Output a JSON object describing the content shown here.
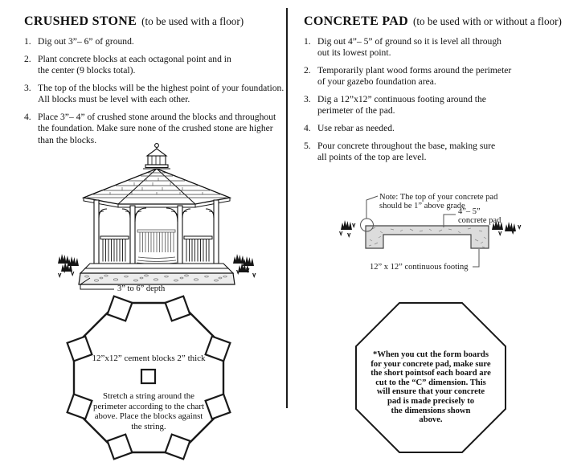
{
  "left": {
    "title": "CRUSHED STONE",
    "subtitle": "(to be used with a floor)",
    "steps": [
      {
        "num": "1.",
        "text": "Dig out 3”– 6” of ground."
      },
      {
        "num": "2.",
        "text": "Plant concrete blocks at each octagonal point and in\nthe center (9 blocks total)."
      },
      {
        "num": "3.",
        "text": "The top of the blocks will be the highest point of your foundation.\nAll blocks must be level with each other."
      },
      {
        "num": "4.",
        "text": "Place 3”– 4” of crushed stone around the blocks and throughout\nthe foundation. Make sure none of the crushed stone are higher\nthan the blocks."
      }
    ],
    "gazebo_depth_label": "3” to 6” depth",
    "blocks_diagram": {
      "caption": "12”x12” cement blocks 2” thick",
      "note": "Stretch a string around the\nperimeter according to the chart\nabove. Place the blocks against\nthe string."
    }
  },
  "right": {
    "title": "CONCRETE PAD",
    "subtitle": "(to be used with or without a floor)",
    "steps": [
      {
        "num": "1.",
        "text": "Dig out 4”– 5” of ground so it is level all through\nout its lowest point."
      },
      {
        "num": "2.",
        "text": "Temporarily plant wood forms around the perimeter\nof your gazebo foundation area."
      },
      {
        "num": "3.",
        "text": "Dig a 12”x12” continuous footing around the\nperimeter of the pad."
      },
      {
        "num": "4.",
        "text": "Use rebar as needed."
      },
      {
        "num": "5.",
        "text": "Pour concrete throughout the base, making sure\nall points of the top are level."
      }
    ],
    "pad_diagram": {
      "note_line1": "Note: The top of your concrete pad",
      "note_line2": "should be 1” above grade",
      "pad_label_line1": "4”– 5”",
      "pad_label_line2": "concrete pad",
      "footing_label": "12” x 12” continuous footing",
      "fill_color": "#dcdcdc"
    },
    "form_note": "*When you cut the form boards\nfor your concrete pad, make sure\nthe short pointsof each board are\ncut to the “C” dimension. This\nwill ensure that your concrete\npad is made precisely to\nthe dimensions shown\nabove."
  }
}
